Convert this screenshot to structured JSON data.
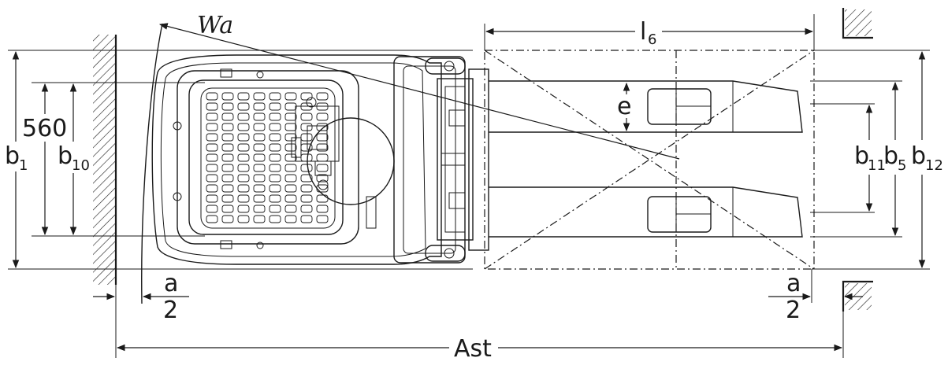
{
  "labels": {
    "wa": "Wa",
    "l6_main": "l",
    "l6_sub": "6",
    "e": "e",
    "v560": "560",
    "b1_main": "b",
    "b1_sub": "1",
    "b10_main": "b",
    "b10_sub": "10",
    "b11_main": "b",
    "b11_sub": "11",
    "b5_main": "b",
    "b5_sub": "5",
    "b12_main": "b",
    "b12_sub": "12",
    "a_left_num": "a",
    "a_left_den": "2",
    "a_right_num": "a",
    "a_right_den": "2",
    "ast": "Ast"
  }
}
